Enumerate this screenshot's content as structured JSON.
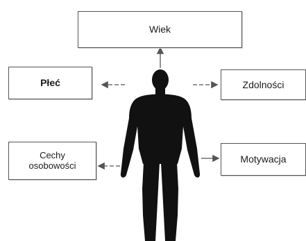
{
  "diagram": {
    "nodes": {
      "wiek": "Wiek",
      "plec": "Płeć",
      "zdolnosci": "Zdolności",
      "cechy_line1": "Cechy",
      "cechy_line2": "osobowości",
      "motywacja": "Motywacja"
    },
    "colors": {
      "silhouette": "#111111",
      "box_border": "#555555",
      "arrow": "#555555"
    }
  }
}
